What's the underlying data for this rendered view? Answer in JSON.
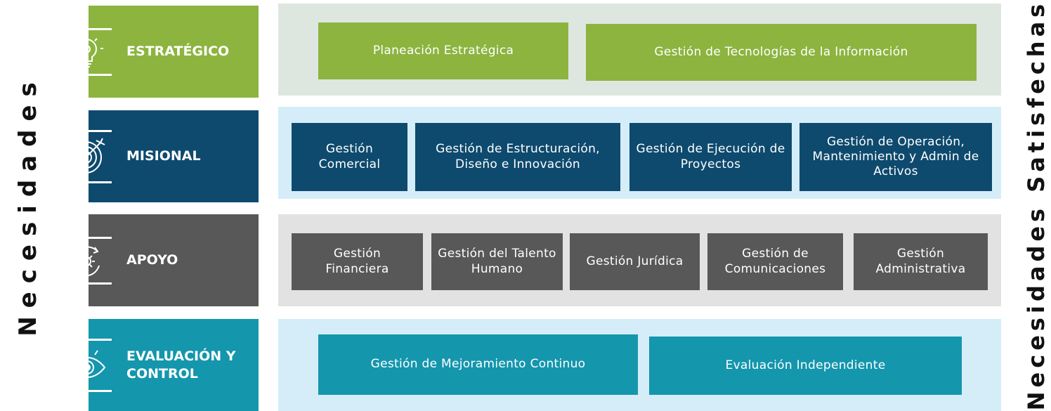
{
  "side_labels": {
    "left": "Necesidades",
    "right": "Necesidades Satisfechas"
  },
  "colors": {
    "strategic": "#8cb43f",
    "strategic_panel": "#dde7df",
    "misional": "#0e4a6e",
    "misional_panel": "#d4edf9",
    "apoyo": "#585858",
    "apoyo_panel": "#e2e2e2",
    "evaluacion": "#1496ad",
    "evaluacion_panel": "#d4edf9"
  },
  "rows": [
    {
      "category": "ESTRATÉGICO",
      "icon": "lightbulb-gear-icon",
      "processes": [
        "Planeación Estratégica",
        "Gestión de Tecnologías de la Información"
      ]
    },
    {
      "category": "MISIONAL",
      "icon": "target-arrow-icon",
      "processes": [
        "Gestión Comercial",
        "Gestión de Estructuración, Diseño e Innovación",
        "Gestión de Ejecución de Proyectos",
        "Gestión de Operación, Mantenimiento y Admin de Activos"
      ]
    },
    {
      "category": "APOYO",
      "icon": "gear-cycle-icon",
      "processes": [
        "Gestión Financiera",
        "Gestión del Talento Humano",
        "Gestión Jurídica",
        "Gestión de Comunicaciones",
        "Gestión Administrativa"
      ]
    },
    {
      "category": "EVALUACIÓN Y CONTROL",
      "icon": "eye-icon",
      "processes": [
        "Gestión de Mejoramiento Continuo",
        "Evaluación Independiente"
      ]
    }
  ]
}
